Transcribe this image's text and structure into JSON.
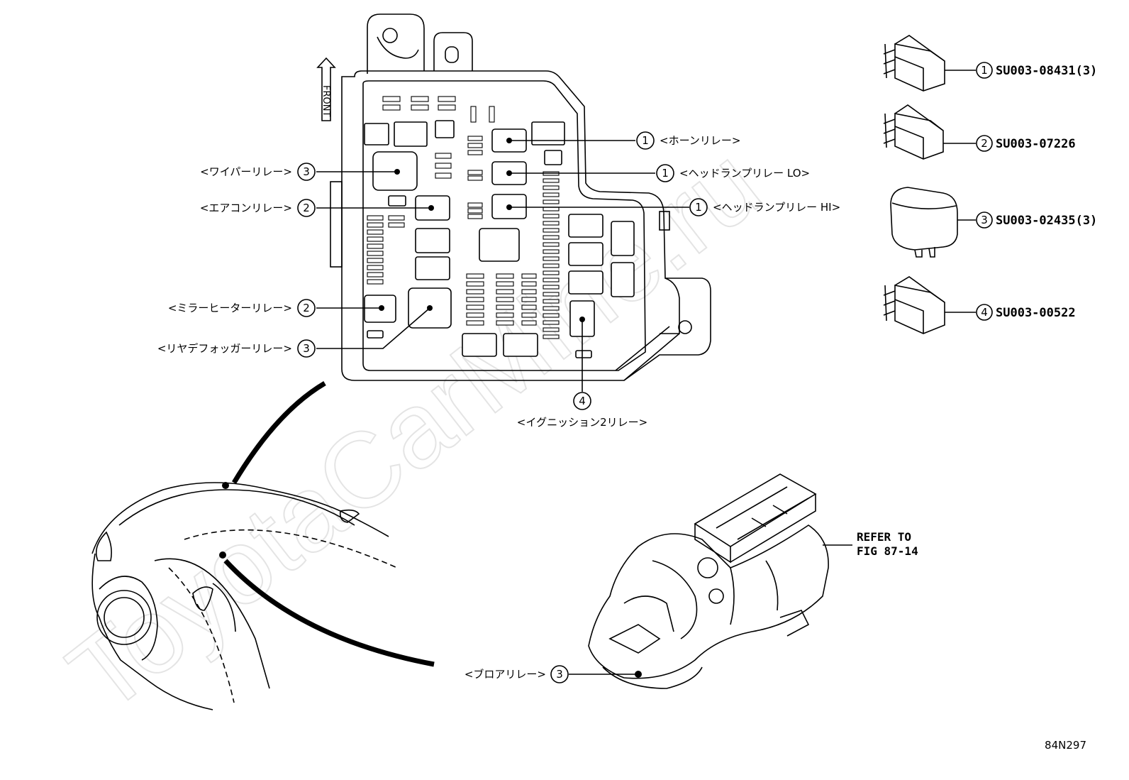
{
  "front_label": "FRONT",
  "relay_labels": [
    {
      "num": "1",
      "text": "<ホーンリレー>"
    },
    {
      "num": "1",
      "text": "<ヘッドランプリレー LO>"
    },
    {
      "num": "1",
      "text": "<ヘッドランプリレー HI>"
    },
    {
      "num": "3",
      "text": "<ワイパーリレー>"
    },
    {
      "num": "2",
      "text": "<エアコンリレー>"
    },
    {
      "num": "2",
      "text": "<ミラーヒーターリレー>"
    },
    {
      "num": "3",
      "text": "<リヤデフォッガーリレー>"
    },
    {
      "num": "4",
      "text": "<イグニッション2リレー>"
    },
    {
      "num": "3",
      "text": "<ブロアリレー>"
    }
  ],
  "parts": [
    {
      "num": "1",
      "code": "SU003-08431(3)"
    },
    {
      "num": "2",
      "code": "SU003-07226"
    },
    {
      "num": "3",
      "code": "SU003-02435(3)"
    },
    {
      "num": "4",
      "code": "SU003-00522"
    }
  ],
  "refer": {
    "line1": "REFER TO",
    "line2": "FIG 87-14"
  },
  "figure_id": "84N297",
  "watermark": "ToyotaCarMine.ru"
}
